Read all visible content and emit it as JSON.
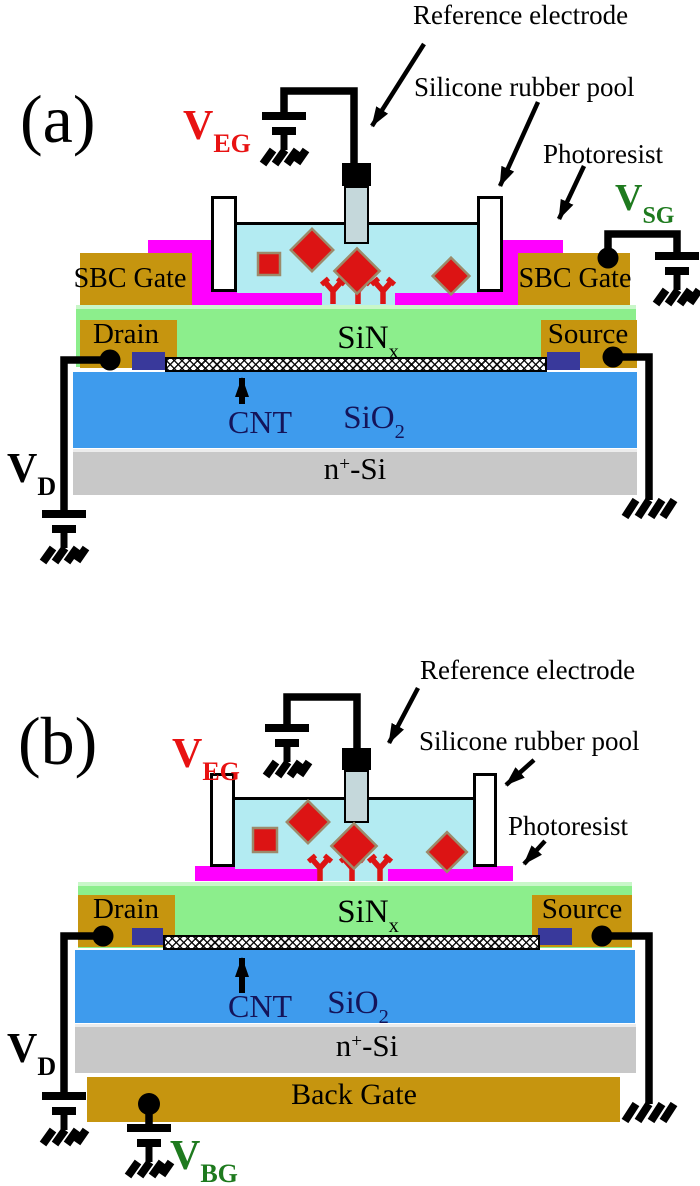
{
  "colors": {
    "gold": "#C6950F",
    "magenta": "#FF00FF",
    "liquid": "#B3EBF2",
    "nitride": "#8CEE8C",
    "nitride_top": "#C9F7C9",
    "oxide": "#3E9BED",
    "substrate": "#C8C8C8",
    "contact": "#39399B",
    "analyte": "#DC1414",
    "analyte_outline": "#9C8A6A",
    "electrode": "#C5D8DB",
    "wire": "#000000",
    "label_red": "#E81212",
    "label_green": "#1E7A1E",
    "label_navy": "#14145A",
    "text": "#000000"
  },
  "panel_a": {
    "tag": "(a)",
    "callouts": {
      "reference_electrode": "Reference electrode",
      "silicone_rubber_pool": "Silicone rubber pool",
      "photoresist": "Photoresist"
    },
    "sources": {
      "v_eg": {
        "main": "V",
        "sub": "EG"
      },
      "v_sg": {
        "main": "V",
        "sub": "SG"
      },
      "v_d": {
        "main": "V",
        "sub": "D"
      }
    },
    "layers": {
      "sbc_gate_left": "SBC Gate",
      "sbc_gate_right": "SBC Gate",
      "drain": "Drain",
      "source": "Source",
      "sinx_main": "SiN",
      "sinx_sub": "x",
      "cnt": "CNT",
      "sio2_main": "SiO",
      "sio2_sub": "2",
      "nsi_pre": "n",
      "nsi_sup": "+",
      "nsi_post": "-Si"
    }
  },
  "panel_b": {
    "tag": "(b)",
    "callouts": {
      "reference_electrode": "Reference electrode",
      "silicone_rubber_pool": "Silicone rubber pool",
      "photoresist": "Photoresist"
    },
    "sources": {
      "v_eg": {
        "main": "V",
        "sub": "EG"
      },
      "v_bg": {
        "main": "V",
        "sub": "BG"
      },
      "v_d": {
        "main": "V",
        "sub": "D"
      }
    },
    "layers": {
      "drain": "Drain",
      "source": "Source",
      "sinx_main": "SiN",
      "sinx_sub": "x",
      "cnt": "CNT",
      "sio2_main": "SiO",
      "sio2_sub": "2",
      "nsi_pre": "n",
      "nsi_sup": "+",
      "nsi_post": "-Si",
      "back_gate": "Back Gate"
    }
  }
}
